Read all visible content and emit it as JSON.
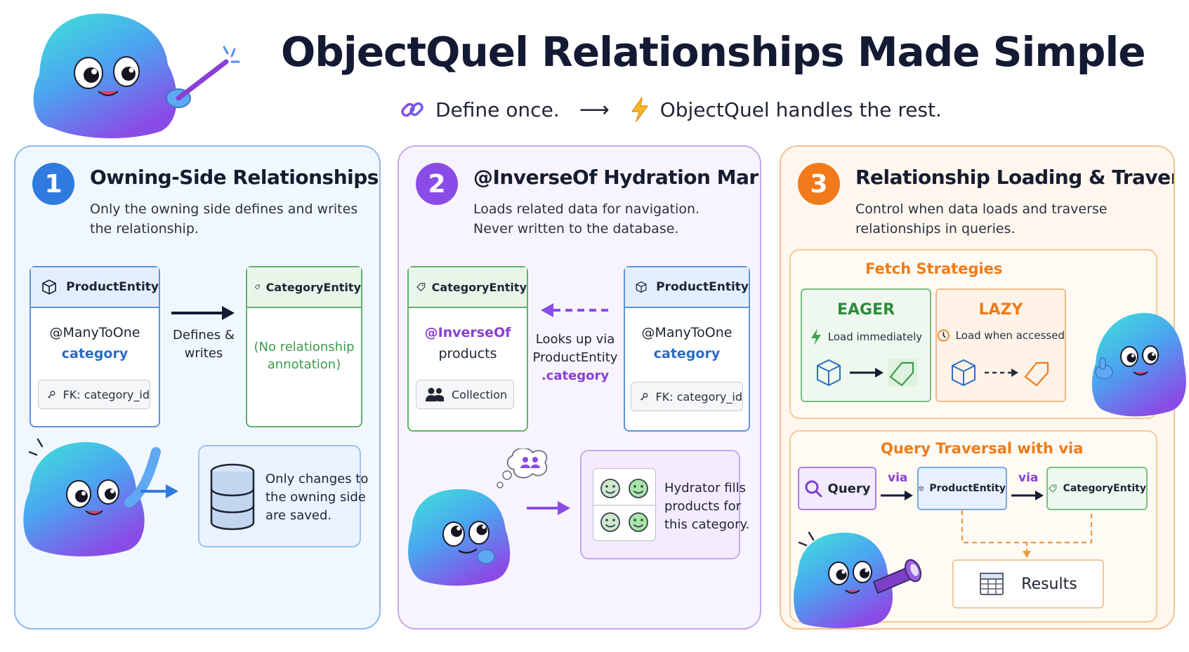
{
  "header": {
    "title": "ObjectQuel Relationships Made Simple",
    "tagline_left": "Define once.",
    "tagline_right": "ObjectQuel handles the rest."
  },
  "panels": [
    {
      "number": "1",
      "title": "Owning-Side Relationships",
      "description": [
        "Only the owning side defines and writes",
        "the relationship."
      ],
      "entity_left": {
        "name": "ProductEntity",
        "annotation": "@ManyToOne",
        "property": "category",
        "fk": "FK: category_id"
      },
      "arrow_label": [
        "Defines &",
        "writes"
      ],
      "entity_right": {
        "name": "CategoryEntity",
        "note": [
          "(No relationship",
          "annotation)"
        ]
      },
      "save_note": [
        "Only changes to",
        "the owning side",
        "are saved."
      ]
    },
    {
      "number": "2",
      "title": "@InverseOf Hydration Marker",
      "description": [
        "Loads related data for navigation.",
        "Never written to the database."
      ],
      "entity_left": {
        "name": "CategoryEntity",
        "annotation": "@InverseOf",
        "property": "products",
        "collection": "Collection"
      },
      "arrow_label": [
        "Looks up via",
        "ProductEntity"
      ],
      "arrow_label_highlight": ".category",
      "entity_right": {
        "name": "ProductEntity",
        "annotation": "@ManyToOne",
        "property": "category",
        "fk": "FK: category_id"
      },
      "hydrate_note": [
        "Hydrator fills",
        "products for",
        "this category."
      ]
    },
    {
      "number": "3",
      "title": "Relationship Loading & Traversal",
      "description": [
        "Control when data loads and traverse",
        "relationships in queries."
      ],
      "fetch_title": "Fetch Strategies",
      "eager": {
        "name": "EAGER",
        "desc": "Load immediately"
      },
      "lazy": {
        "name": "LAZY",
        "desc": "Load when accessed"
      },
      "traversal_title": "Query Traversal with via",
      "query_label": "Query",
      "via_label": "via",
      "node_product": "ProductEntity",
      "node_category": "CategoryEntity",
      "results_label": "Results"
    }
  ],
  "colors": {
    "blue": "#2f7be0",
    "purple": "#8a3fd6",
    "orange": "#f27a1a",
    "green": "#5fb36d",
    "navy": "#141a33"
  }
}
